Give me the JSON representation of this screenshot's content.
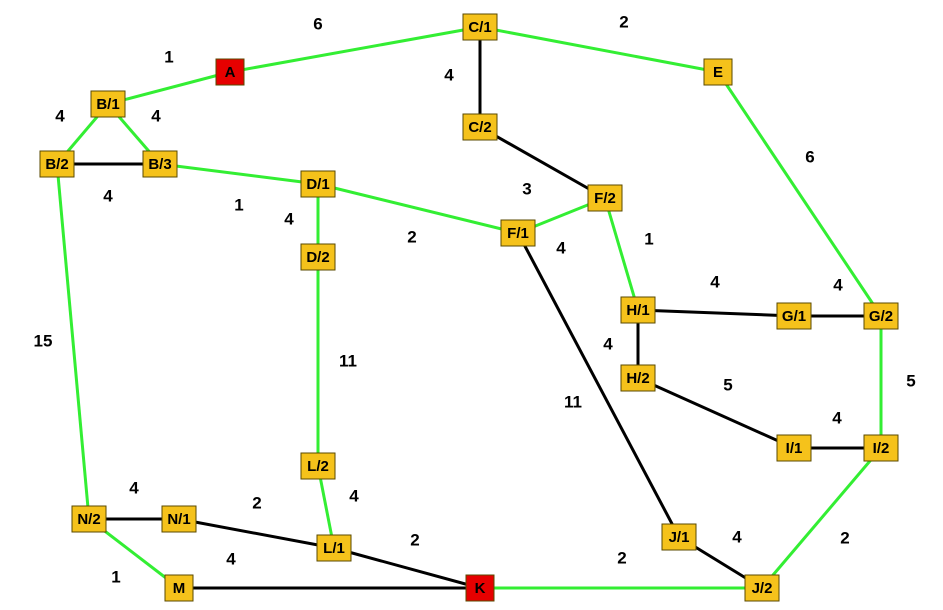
{
  "colors": {
    "node_fill": "#f5c21b",
    "node_highlight": "#e60000",
    "edge_green": "#33ee33",
    "edge_black": "#000000"
  },
  "nodes": [
    {
      "id": "A",
      "label": "A",
      "highlight": true
    },
    {
      "id": "B1",
      "label": "B/1"
    },
    {
      "id": "B2",
      "label": "B/2"
    },
    {
      "id": "B3",
      "label": "B/3"
    },
    {
      "id": "C1",
      "label": "C/1"
    },
    {
      "id": "C2",
      "label": "C/2"
    },
    {
      "id": "D1",
      "label": "D/1"
    },
    {
      "id": "D2",
      "label": "D/2"
    },
    {
      "id": "E",
      "label": "E"
    },
    {
      "id": "F1",
      "label": "F/1"
    },
    {
      "id": "F2",
      "label": "F/2"
    },
    {
      "id": "G1",
      "label": "G/1"
    },
    {
      "id": "G2",
      "label": "G/2"
    },
    {
      "id": "H1",
      "label": "H/1"
    },
    {
      "id": "H2",
      "label": "H/2"
    },
    {
      "id": "I1",
      "label": "I/1"
    },
    {
      "id": "I2",
      "label": "I/2"
    },
    {
      "id": "J1",
      "label": "J/1"
    },
    {
      "id": "J2",
      "label": "J/2"
    },
    {
      "id": "K",
      "label": "K",
      "highlight": true
    },
    {
      "id": "L1",
      "label": "L/1"
    },
    {
      "id": "L2",
      "label": "L/2"
    },
    {
      "id": "M",
      "label": "M"
    },
    {
      "id": "N1",
      "label": "N/1"
    },
    {
      "id": "N2",
      "label": "N/2"
    }
  ],
  "edges": [
    {
      "from": "A",
      "to": "C1",
      "weight": "6",
      "color": "green"
    },
    {
      "from": "A",
      "to": "B1",
      "weight": "1",
      "color": "green"
    },
    {
      "from": "C1",
      "to": "E",
      "weight": "2",
      "color": "green"
    },
    {
      "from": "C1",
      "to": "C2",
      "weight": "4",
      "color": "black"
    },
    {
      "from": "B1",
      "to": "B2",
      "weight": "4",
      "color": "green"
    },
    {
      "from": "B1",
      "to": "B3",
      "weight": "4",
      "color": "green"
    },
    {
      "from": "B2",
      "to": "B3",
      "weight": "4",
      "color": "black"
    },
    {
      "from": "B3",
      "to": "D1",
      "weight": "1",
      "color": "green"
    },
    {
      "from": "C2",
      "to": "F2",
      "weight": "3",
      "color": "black"
    },
    {
      "from": "E",
      "to": "G2",
      "weight": "6",
      "color": "green"
    },
    {
      "from": "D1",
      "to": "D2",
      "weight": "4",
      "color": "green"
    },
    {
      "from": "D1",
      "to": "F1",
      "weight": "2",
      "color": "green"
    },
    {
      "from": "F2",
      "to": "F1",
      "weight": "4",
      "color": "green"
    },
    {
      "from": "F2",
      "to": "H1",
      "weight": "1",
      "color": "green"
    },
    {
      "from": "H1",
      "to": "G1",
      "weight": "4",
      "color": "black"
    },
    {
      "from": "G1",
      "to": "G2",
      "weight": "4",
      "color": "black"
    },
    {
      "from": "H1",
      "to": "H2",
      "weight": "4",
      "color": "black"
    },
    {
      "from": "B2",
      "to": "N2",
      "weight": "15",
      "color": "green"
    },
    {
      "from": "D2",
      "to": "L2",
      "weight": "11",
      "color": "green"
    },
    {
      "from": "F1",
      "to": "J1",
      "weight": "11",
      "color": "black"
    },
    {
      "from": "H2",
      "to": "I1",
      "weight": "5",
      "color": "black"
    },
    {
      "from": "I1",
      "to": "I2",
      "weight": "4",
      "color": "black"
    },
    {
      "from": "G2",
      "to": "I2",
      "weight": "5",
      "color": "green"
    },
    {
      "from": "N2",
      "to": "N1",
      "weight": "4",
      "color": "black"
    },
    {
      "from": "N1",
      "to": "L1",
      "weight": "2",
      "color": "black"
    },
    {
      "from": "L2",
      "to": "L1",
      "weight": "4",
      "color": "green"
    },
    {
      "from": "L1",
      "to": "K",
      "weight": "2",
      "color": "black"
    },
    {
      "from": "N2",
      "to": "M",
      "weight": "1",
      "color": "green"
    },
    {
      "from": "M",
      "to": "K",
      "weight": "4",
      "color": "black"
    },
    {
      "from": "K",
      "to": "J2",
      "weight": "2",
      "color": "green"
    },
    {
      "from": "J1",
      "to": "J2",
      "weight": "4",
      "color": "black"
    },
    {
      "from": "I2",
      "to": "J2",
      "weight": "2",
      "color": "green"
    }
  ]
}
